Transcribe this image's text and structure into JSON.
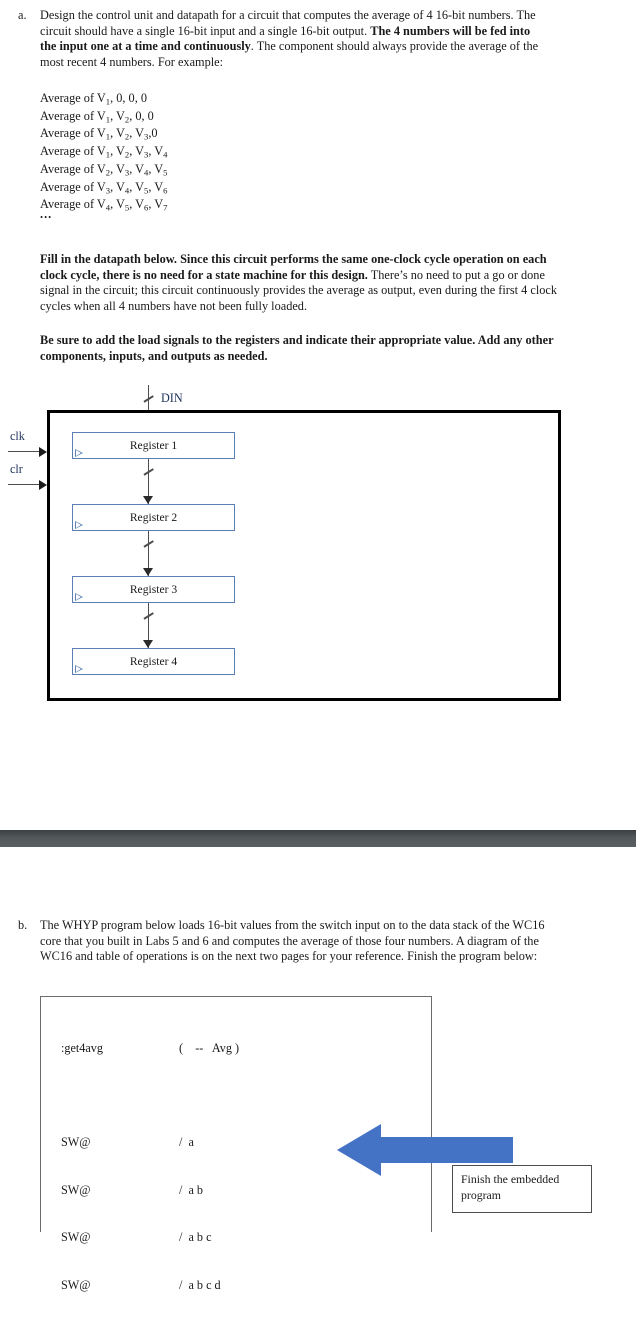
{
  "part_a": {
    "marker": "a.",
    "paragraph_segments": [
      {
        "text": "Design the control unit and datapath for a circuit that computes the average of 4 16-bit numbers. The circuit should have a single 16-bit input and a single 16-bit output. ",
        "bold": false
      },
      {
        "text": "The 4 numbers will be fed into the input one at a time and continuously",
        "bold": true
      },
      {
        "text": ". The component should always provide the average of the most recent 4 numbers.  For example:",
        "bold": false
      }
    ],
    "average_examples": [
      {
        "prefix": "Average of V",
        "terms": [
          "1",
          ", 0, 0, 0"
        ]
      },
      {
        "prefix": "Average of V",
        "terms": [
          "1",
          ", V",
          "2",
          ", 0, 0"
        ]
      },
      {
        "prefix": "Average of V",
        "terms": [
          "1",
          ", V",
          "2",
          ", V",
          "3",
          ",0"
        ]
      },
      {
        "prefix": "Average of V",
        "terms": [
          "1",
          ", V",
          "2",
          ", V",
          "3",
          ", V",
          "4"
        ]
      },
      {
        "prefix": "Average of V",
        "terms": [
          "2",
          ", V",
          "3",
          ", V",
          "4",
          ", V",
          "5"
        ]
      },
      {
        "prefix": "Average of V",
        "terms": [
          "3",
          ", V",
          "4",
          ", V",
          "5",
          ", V",
          "6"
        ]
      },
      {
        "prefix": "Average of V",
        "terms": [
          "4",
          ", V",
          "5",
          ", V",
          "6",
          ", V",
          "7"
        ]
      }
    ],
    "ellipsis": "...",
    "fill_in_paragraph": [
      {
        "text": "Fill in the datapath below.  Since this circuit performs the same one-clock cycle operation on each clock cycle, there is no need for a state machine for this design.",
        "bold": true
      },
      {
        "text": "  There’s no need to put a go or done signal in the circuit; this circuit continuously provides the average as output, even during the first 4 clock cycles when all 4 numbers have not been fully loaded.",
        "bold": false
      }
    ],
    "be_sure_paragraph": "Be sure to add the load signals to the registers and indicate their appropriate value.  Add any other components, inputs, and outputs as needed."
  },
  "diagram": {
    "din_label": "DIN",
    "clk_label": "clk",
    "clr_label": "clr",
    "registers": [
      {
        "label": "Register 1"
      },
      {
        "label": "Register 2"
      },
      {
        "label": "Register 3"
      },
      {
        "label": "Register 4"
      }
    ],
    "colors": {
      "register_border": "#5b7fb5",
      "outer_box": "#000000",
      "signal_line": "#4d4d4d",
      "label_text": "#22355c"
    }
  },
  "page_break": {
    "band_color": "#53585b"
  },
  "part_b": {
    "marker": "b.",
    "paragraph": "The WHYP program below loads 16-bit values from the switch input on to the data stack of the WC16 core that you built in Labs 5 and 6 and computes the average of those four numbers.  A diagram of the WC16 and table of operations is on the next two pages for your reference.  Finish the program below:",
    "code": {
      "header": {
        "word": ":get4avg",
        "comment": "(    --   Avg )"
      },
      "lines": [
        {
          "word": "SW@",
          "comment": "/  a"
        },
        {
          "word": "SW@",
          "comment": "/  a b"
        },
        {
          "word": "SW@",
          "comment": "/  a b c"
        },
        {
          "word": "SW@",
          "comment": "/  a b c d"
        }
      ]
    },
    "callout": {
      "text": "Finish the embedded program",
      "arrow_color": "#4472c4",
      "arrow_direction": "left"
    }
  }
}
